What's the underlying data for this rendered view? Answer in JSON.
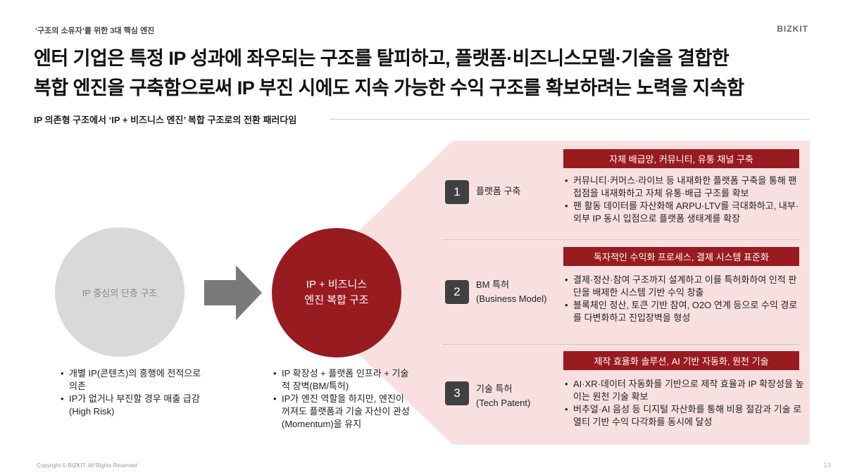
{
  "header": {
    "kicker": "‘구조의 소유자’를 위한 3대 핵심 엔진",
    "brand": "BIZKIT",
    "title_line1": "엔터 기업은 특정 IP 성과에 좌우되는 구조를 탈피하고, 플랫폼·비즈니스모델·기술을 결합한",
    "title_line2": "복합 엔진을 구축함으로써 IP 부진 시에도 지속 가능한 수익 구조를 확보하려는 노력을 지속함",
    "subtitle": "IP 의존형 구조에서 ‘IP + 비즈니스 엔진’ 복합 구조로의 전환 패러다임"
  },
  "left": {
    "circle": "IP 중심의 단층 구조",
    "bullets": [
      "개별 IP(콘텐츠)의 흥행에 전적으로 의존",
      "IP가 없거나 부진할 경우 매출 급감(High Risk)"
    ]
  },
  "center": {
    "circle_line1": "IP + 비즈니스",
    "circle_line2": "엔진 복합 구조",
    "bullets": [
      "IP 확장성 + 플랫폼 인프라 + 기술적 장벽(BM/특허)",
      "IP가 엔진 역할을 하지만, 엔진이 꺼져도 플랫폼과 기술 자산이 관성(Momentum)을 유지"
    ]
  },
  "engines": [
    {
      "num": "1",
      "label1": "플랫폼 구축",
      "label2": "",
      "header": "자체 배급망, 커뮤니티, 유통 채널 구축",
      "bullets": [
        "커뮤니티·커머스·라이브 등 내재화한 플랫폼 구축을 통해 팬 접점을 내재화하고 자체 유통·배급 구조를 확보",
        "팬 활동 데이터를 자산화해 ARPU·LTV를 극대화하고, 내부·외부 IP 동시 입점으로 플랫폼 생태계를 확장"
      ]
    },
    {
      "num": "2",
      "label1": "BM 특허",
      "label2": "(Business Model)",
      "header": "독자적인 수익화 프로세스, 결제 시스템 표준화",
      "bullets": [
        "결제·정산·참여 구조까지 설계하고 이를 특허화하여 인적 판단을 배제한 시스템 기반 수익 창출",
        "블록체인 정산, 토큰 기반 참여, O2O 연계 등으로 수익 경로를 다변화하고 진입장벽을 형성"
      ]
    },
    {
      "num": "3",
      "label1": "기술 특허",
      "label2": "(Tech Patent)",
      "header": "제작 효율화 솔루션, AI 기반 자동화, 원천 기술",
      "bullets": [
        "AI·XR·데이터 자동화를 기반으로 제작 효율과 IP 확장성을 높이는 원천 기술 확보",
        "버추얼·AI 음성 등 디지털 자산화를 통해 비용 절감과 기술 로열티 기반 수익 다각화를 동시에 달성"
      ]
    }
  ],
  "footer": {
    "copyright": "Copyright © BIZKIT. All Rights Reserved",
    "page": "13"
  },
  "colors": {
    "accent": "#981b20",
    "pink": "#f8e0e1",
    "badge": "#404040"
  }
}
